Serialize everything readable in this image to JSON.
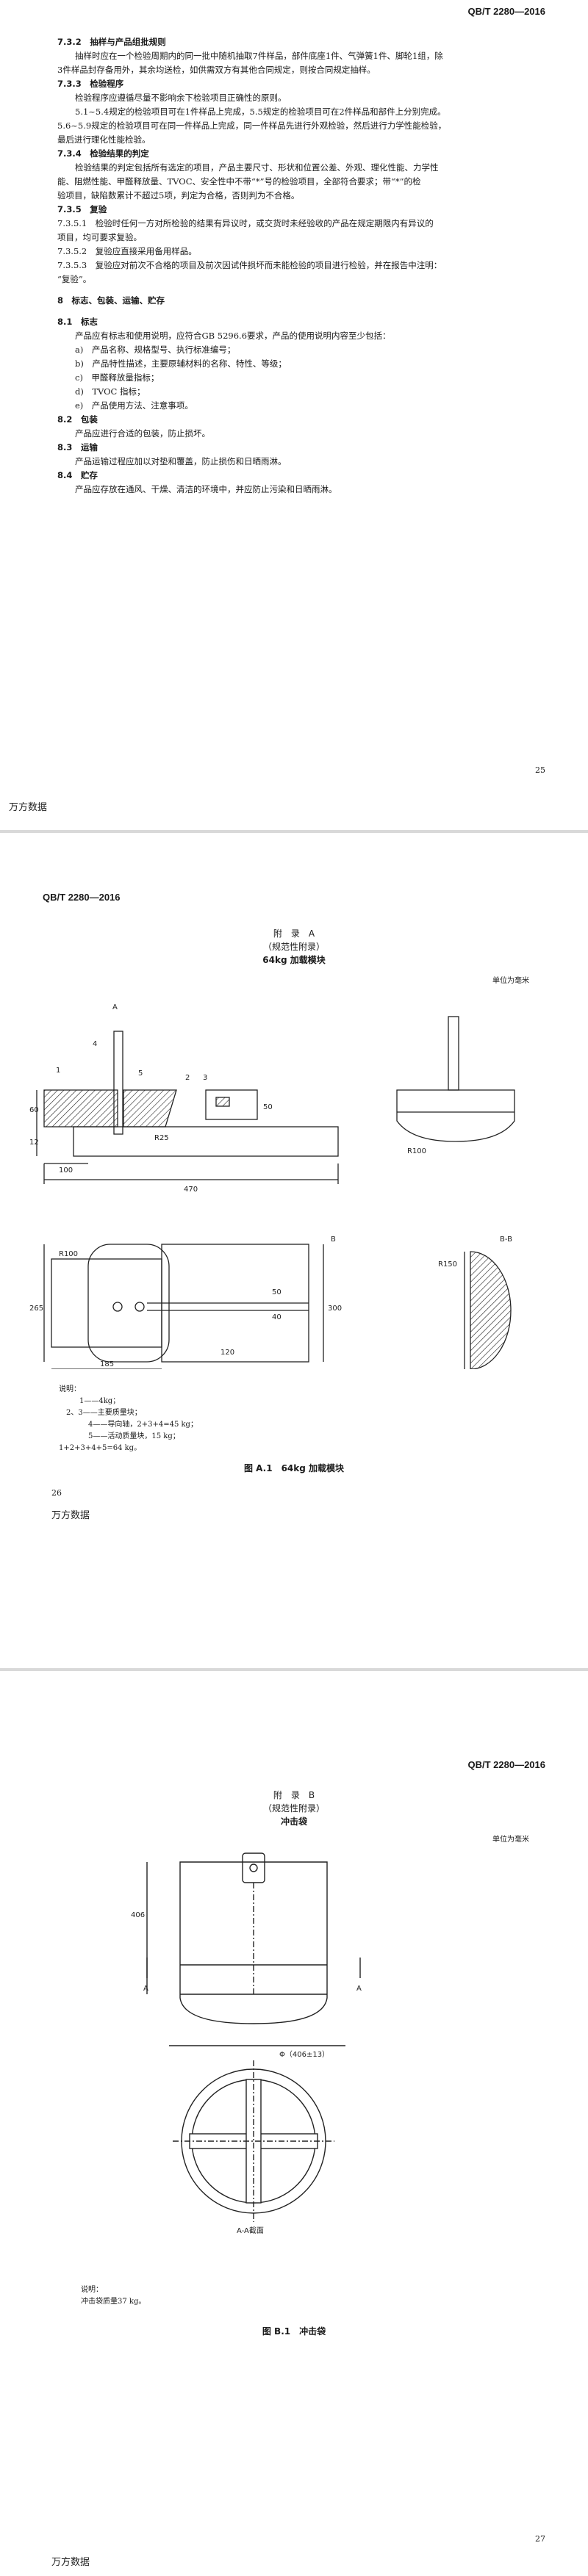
{
  "p25": {
    "std_code": "QB/T 2280—2016",
    "lines": [
      "7.3.2　抽样与产品组批规则",
      "抽样时应在一个检验周期内的同一批中随机抽取7件样品，部件底座1件、气弹簧1件、脚轮1组，除",
      "3件样品封存备用外，其余均送检，如供需双方有其他合同规定，则按合同规定抽样。",
      "7.3.3　检验程序",
      "检验程序应遵循尽量不影响余下检验项目正确性的原则。",
      "5.1~5.4规定的检验项目可在1件样品上完成，5.5规定的检验项目可在2件样品和部件上分别完成。",
      "5.6~5.9规定的检验项目可在同一件样品上完成，同一件样品先进行外观检验，然后进行力学性能检验，",
      "最后进行理化性能检验。",
      "7.3.4　检验结果的判定",
      "检验结果的判定包括所有选定的项目，产品主要尺寸、形状和位置公差、外观、理化性能、力学性",
      "能、阻燃性能、甲醛释放量、TVOC、安全性中不带“*”号的检验项目，全部符合要求；带“*”的检",
      "验项目，缺陷数累计不超过5项，判定为合格，否则判为不合格。",
      "7.3.5　复验",
      "7.3.5.1　检验时任何一方对所检验的结果有异议时，或交货时未经验收的产品在规定期限内有异议的",
      "项目，均可要求复验。",
      "7.3.5.2　复验应直接采用备用样品。",
      "7.3.5.3　复验应对前次不合格的项目及前次因试件损坏而未能检验的项目进行检验，并在报告中注明：",
      "“复验”。",
      "8　标志、包装、运输、贮存",
      "8.1　标志",
      "产品应有标志和使用说明，应符合GB 5296.6要求，产品的使用说明内容至少包括：",
      "a)　产品名称、规格型号、执行标准编号；",
      "b)　产品特性描述，主要原辅材料的名称、特性、等级；",
      "c)　甲醛释放量指标；",
      "d)　TVOC 指标；",
      "e)　产品使用方法、注意事项。",
      "8.2　包装",
      "产品应进行合适的包装，防止损坏。",
      "8.3　运输",
      "产品运输过程应加以对垫和覆盖，防止损伤和日晒雨淋。",
      "8.4　贮存",
      "产品应存放在通风、干燥、清洁的环境中，并应防止污染和日晒雨淋。"
    ],
    "page_no": "25",
    "watermark": "万方数据"
  },
  "p26": {
    "std_code": "QB/T 2280—2016",
    "annex_title": "附　录　A",
    "annex_type": "（规范性附录）",
    "annex_name": "64kg 加载模块",
    "unit": "单位为毫米",
    "dims": {
      "d470": "470",
      "d100": "100",
      "d60": "60",
      "d12": "12",
      "d50": "50",
      "dr25": "R25",
      "dr100": "R100",
      "d265": "265",
      "d185": "185",
      "d120": "120",
      "d50b": "50",
      "d40": "40",
      "d300": "300",
      "dr100b": "R100",
      "dr150": "R150",
      "lbl_bb": "B-B",
      "lbl_b": "B"
    },
    "callouts": [
      "1",
      "2",
      "3",
      "4",
      "5",
      "A"
    ],
    "legend_title": "说明：",
    "legend": [
      "1——4kg；",
      "2、3——主要质量块；",
      "　　　　4——导向轴，2+3+4=45 kg；",
      "　　　　5——活动质量块，15 kg；",
      "1+2+3+4+5=64 kg。"
    ],
    "caption": "图 A.1　64kg 加载模块",
    "page_no": "26",
    "watermark": "万方数据"
  },
  "p27": {
    "std_code": "QB/T 2280—2016",
    "annex_title": "附　录　B",
    "annex_type": "（规范性附录）",
    "annex_name": "冲击袋",
    "unit": "单位为毫米",
    "dims": {
      "d406": "406",
      "diam": "Φ（406±13）",
      "lbl_a": "A",
      "section": "A-A截面"
    },
    "legend_title": "说明：",
    "legend": [
      "冲击袋质量37 kg。"
    ],
    "caption": "图 B.1　冲击袋",
    "page_no": "27",
    "watermark": "万方数据"
  }
}
